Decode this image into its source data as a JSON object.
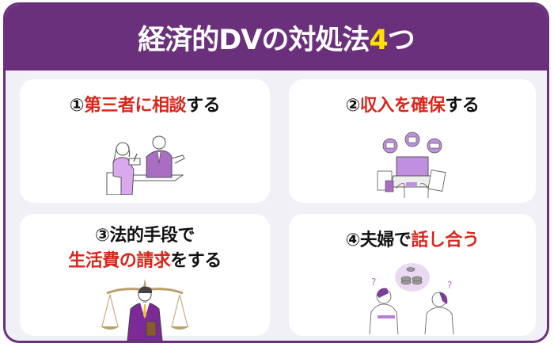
{
  "header": {
    "title_prefix": "経済的DVの対処法",
    "title_number": "4",
    "title_suffix": "つ"
  },
  "colors": {
    "header_bg": "#6b307b",
    "panel_bg": "#f1f0f7",
    "card_bg": "#ffffff",
    "highlight_yellow": "#ffe100",
    "emphasis_red": "#d9261c",
    "illustration_purple": "#b77fd6"
  },
  "cards": [
    {
      "number": "①",
      "red_text": "第三者に相談",
      "black_text": "する",
      "illustration": "consultation-icon"
    },
    {
      "number": "②",
      "red_text": "収入を確保",
      "black_text": "する",
      "illustration": "laptop-income-icon"
    },
    {
      "number": "③",
      "line1": "法的手段で",
      "red_text": "生活費の請求",
      "black_text": "をする",
      "illustration": "lawyer-scales-icon"
    },
    {
      "number": "④",
      "black_prefix": "夫婦で",
      "red_text": "話し合う",
      "illustration": "couple-discussion-icon"
    }
  ]
}
